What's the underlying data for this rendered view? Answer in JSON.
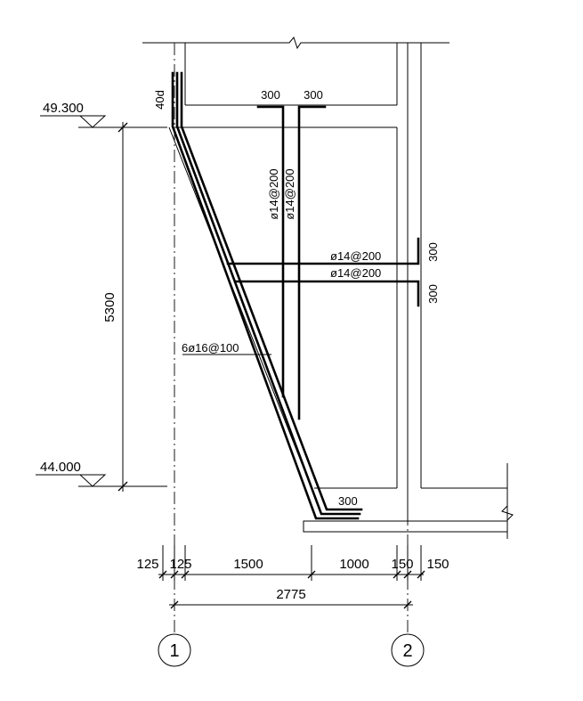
{
  "elevations": {
    "top": "49.300",
    "bottom": "44.000"
  },
  "heights": {
    "total": "5300"
  },
  "anchorage": "40d",
  "stirrup_lengths": {
    "left": "300",
    "right": "300"
  },
  "reinforcement": {
    "vertical_left": "ø14@200",
    "vertical_right": "ø14@200",
    "horiz_upper": "ø14@200",
    "horiz_lower": "ø14@200",
    "main_bars": "6ø16@100",
    "horiz_upper_hook": "300",
    "horiz_lower_hook": "300",
    "bottom_hook": "300"
  },
  "dimensions": {
    "segments": [
      "125",
      "125",
      "1500",
      "1000",
      "150",
      "150"
    ],
    "total": "2775"
  },
  "axes": [
    "1",
    "2"
  ]
}
